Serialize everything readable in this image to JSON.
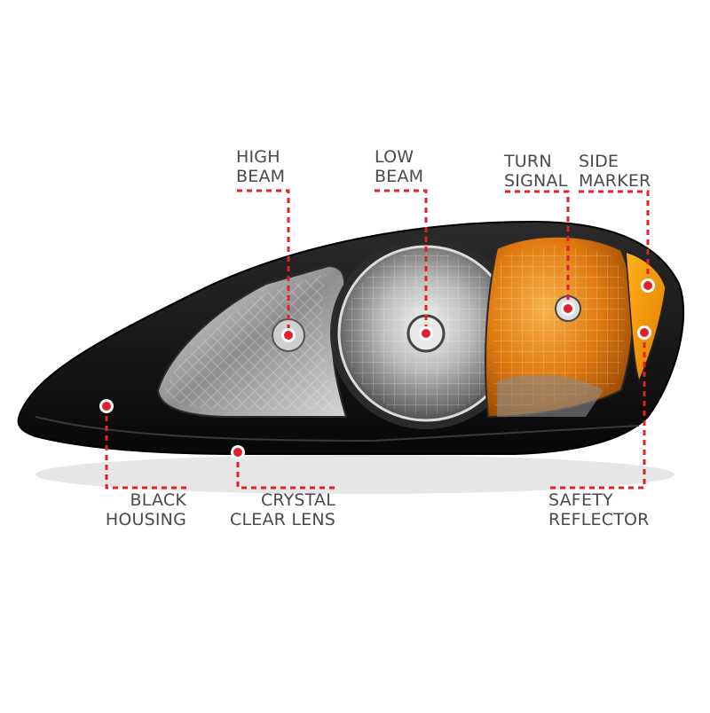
{
  "callouts": {
    "high_beam": {
      "line1": "HIGH",
      "line2": "BEAM"
    },
    "low_beam": {
      "line1": "LOW",
      "line2": "BEAM"
    },
    "turn_signal": {
      "line1": "TURN",
      "line2": "SIGNAL"
    },
    "side_marker": {
      "line1": "SIDE",
      "line2": "MARKER"
    },
    "black_housing": {
      "line1": "BLACK",
      "line2": "HOUSING"
    },
    "crystal_clear_lens": {
      "line1": "CRYSTAL",
      "line2": "CLEAR LENS"
    },
    "safety_reflector": {
      "line1": "SAFETY",
      "line2": "REFLECTOR"
    }
  },
  "colors": {
    "callout_line": "#e0202a",
    "label_text": "#4a4a4a",
    "housing": "#151515",
    "amber": "#e8860f"
  }
}
